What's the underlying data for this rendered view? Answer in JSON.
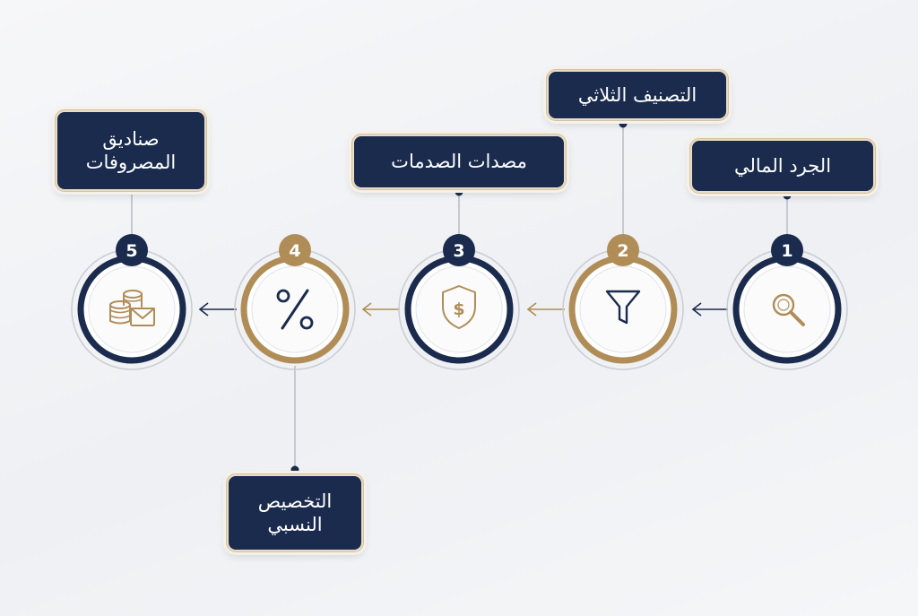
{
  "steps": [
    {
      "number": "1",
      "label": "الجرد المالي",
      "icon": "magnifier-icon",
      "ring": "navy"
    },
    {
      "number": "2",
      "label": "التصنيف الثلاثي",
      "icon": "funnel-icon",
      "ring": "gold"
    },
    {
      "number": "3",
      "label": "مصدات الصدمات",
      "icon": "shield-dollar-icon",
      "ring": "navy"
    },
    {
      "number": "4",
      "label": "التخصيص النسبي",
      "icon": "percent-icon",
      "ring": "gold"
    },
    {
      "number": "5",
      "label": "صناديق المصروفات",
      "icon": "coins-envelope-icon",
      "ring": "navy"
    }
  ],
  "colors": {
    "navy": "#1b2b4d",
    "gold": "#b08d57",
    "background": "#f3f4f6"
  }
}
